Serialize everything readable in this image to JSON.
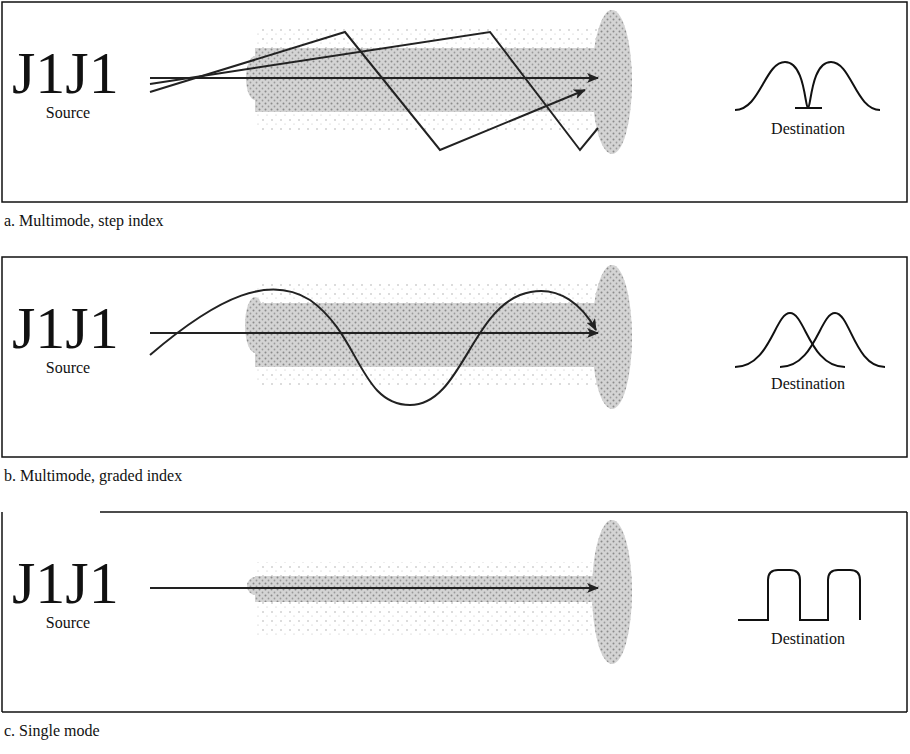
{
  "diagram": {
    "labels": [
      "J1J1",
      "Source",
      "Destination",
      "a. Multimode, step index",
      "J1J1",
      "Source",
      "Destination",
      "b. Multimode, graded index",
      "J1J1",
      "Source",
      "Destination",
      "c. Single mode"
    ]
  }
}
